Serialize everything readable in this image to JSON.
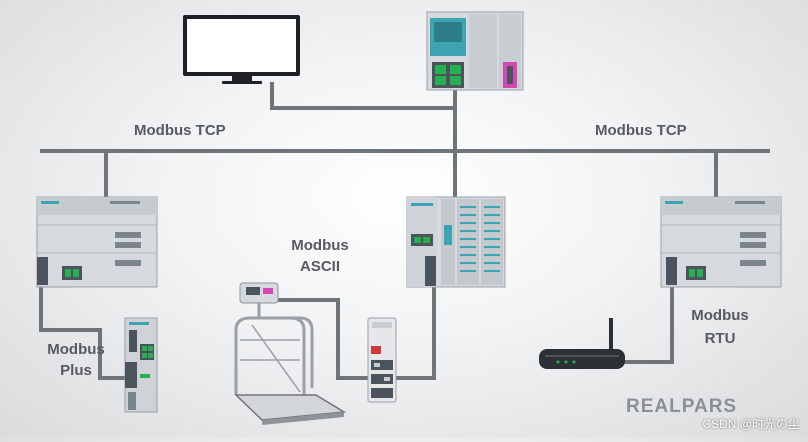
{
  "labels": {
    "tcp_left": "Modbus TCP",
    "tcp_right": "Modbus TCP",
    "ascii_line1": "Modbus",
    "ascii_line2": "ASCII",
    "plus_line1": "Modbus",
    "plus_line2": "Plus",
    "rtu_line1": "Modbus",
    "rtu_line2": "RTU"
  },
  "brand": "REALPARS",
  "watermark": "CSDN @时光の尘",
  "devices": [
    {
      "name": "hmi-monitor-icon"
    },
    {
      "name": "top-plc-icon"
    },
    {
      "name": "left-plc-icon"
    },
    {
      "name": "center-plc-icon"
    },
    {
      "name": "right-plc-icon"
    },
    {
      "name": "weighing-scale-icon"
    },
    {
      "name": "ascii-gateway-icon"
    },
    {
      "name": "plus-io-module-icon"
    },
    {
      "name": "router-icon"
    }
  ],
  "colors": {
    "cable": "#6f7479",
    "device_body": "#d6dade",
    "device_dark": "#4b545c",
    "screen_teal": "#3fa4b1",
    "port_green": "#27b04f",
    "port_magenta": "#d448b5"
  }
}
